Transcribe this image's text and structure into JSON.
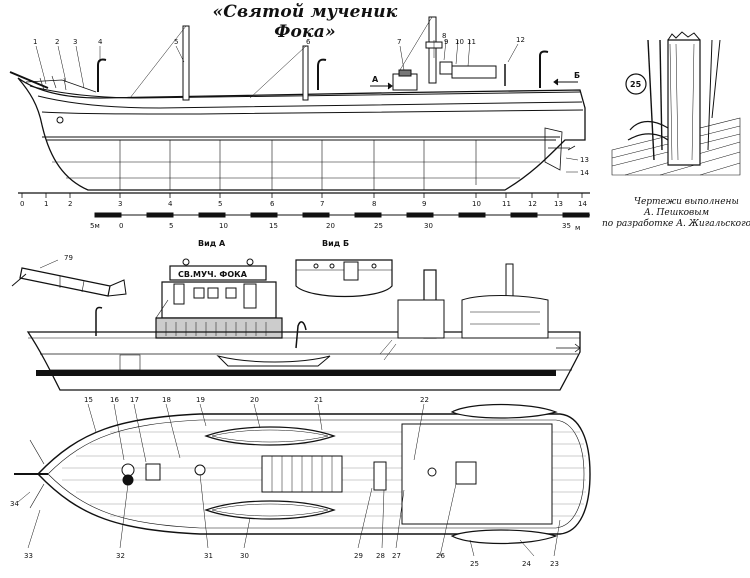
{
  "title": "«Святой мученик Фока»",
  "credit": {
    "line1": "Чертежи выполнены",
    "line2": "А. Пешковым",
    "line3": "по разработке А. Жигальского."
  },
  "scale": {
    "frames": [
      "0",
      "1",
      "2",
      "3",
      "4",
      "5",
      "6",
      "7",
      "8",
      "9",
      "10",
      "11",
      "12",
      "13",
      "14"
    ],
    "meters": [
      "5м",
      "0",
      "5",
      "10",
      "15",
      "20",
      "25",
      "30",
      "35"
    ],
    "unit": "м"
  },
  "views": {
    "view_a": "Вид А",
    "view_b": "Вид Б",
    "sign": "СВ.МУЧ. ФОКА",
    "arrow_a": "А",
    "arrow_b": "Б"
  },
  "detail_number": "25",
  "top_callouts": [
    "1",
    "2",
    "3",
    "4",
    "5",
    "6",
    "7",
    "8",
    "9",
    "10",
    "11",
    "12",
    "13",
    "14"
  ],
  "plan_callouts": [
    "15",
    "16",
    "17",
    "18",
    "19",
    "20",
    "21",
    "22",
    "23",
    "24",
    "25",
    "26",
    "27",
    "28",
    "29",
    "30",
    "31",
    "32",
    "33",
    "34"
  ],
  "side_callout": "79"
}
